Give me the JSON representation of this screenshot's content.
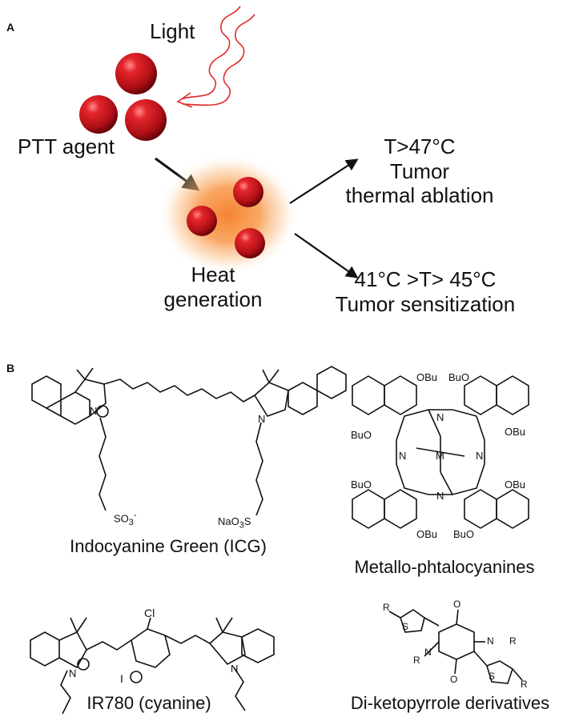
{
  "panel_a": {
    "letter": "A",
    "light_label": "Light",
    "agent_label": "PTT agent",
    "heat_label_line1": "Heat",
    "heat_label_line2": "generation",
    "outcome_high": {
      "line1": "T>47°C",
      "line2": "Tumor",
      "line3": "thermal ablation"
    },
    "outcome_mild": {
      "line1": "41°C >T> 45°C",
      "line2": "Tumor sensitization"
    },
    "colors": {
      "sphere": "#c8141b",
      "light_wave": "#e02a2a",
      "glow": "#f7923f",
      "arrow": "#111111"
    }
  },
  "panel_b": {
    "letter": "B",
    "compounds": [
      {
        "caption": "Indocyanine Green (ICG)",
        "atoms": {
          "n_plus": "N",
          "n": "N",
          "so3": "SO",
          "so3_sub": "3",
          "so3_sup": "-",
          "naso3_pre": "NaO",
          "naso3_sub": "3",
          "naso3_post": "S"
        }
      },
      {
        "caption": "Metallo-phtalocyanines",
        "atoms": {
          "obu": "OBu",
          "buo": "BuO",
          "n": "N",
          "m": "M"
        }
      },
      {
        "caption": "IR780 (cyanine)",
        "atoms": {
          "cl": "Cl",
          "n": "N",
          "iodide": "I"
        }
      },
      {
        "caption": "Di-ketopyrrole derivatives",
        "atoms": {
          "r": "R",
          "s": "S",
          "o": "O",
          "n": "N"
        }
      }
    ]
  }
}
